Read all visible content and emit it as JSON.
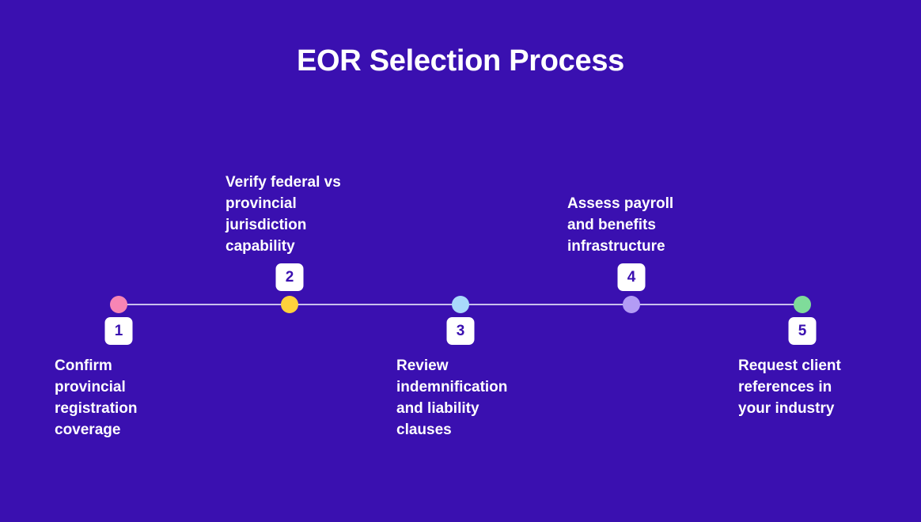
{
  "title": "EOR Selection Process",
  "colors": {
    "background": "#3a10b0",
    "line": "#c7c0ec",
    "badge_bg": "#ffffff",
    "badge_text": "#3a10b0"
  },
  "steps": [
    {
      "number": "1",
      "text": "Confirm provincial registration coverage",
      "dot_color": "#f785b4",
      "position": "below"
    },
    {
      "number": "2",
      "text": "Verify federal vs provincial jurisdiction capability",
      "dot_color": "#ffd13b",
      "position": "above"
    },
    {
      "number": "3",
      "text": "Review indemnification and liability clauses",
      "dot_color": "#a9d9fb",
      "position": "below"
    },
    {
      "number": "4",
      "text": "Assess payroll and benefits infrastructure",
      "dot_color": "#b39cf5",
      "position": "above"
    },
    {
      "number": "5",
      "text": "Request client references in your industry",
      "dot_color": "#7fdc9a",
      "position": "below"
    }
  ]
}
